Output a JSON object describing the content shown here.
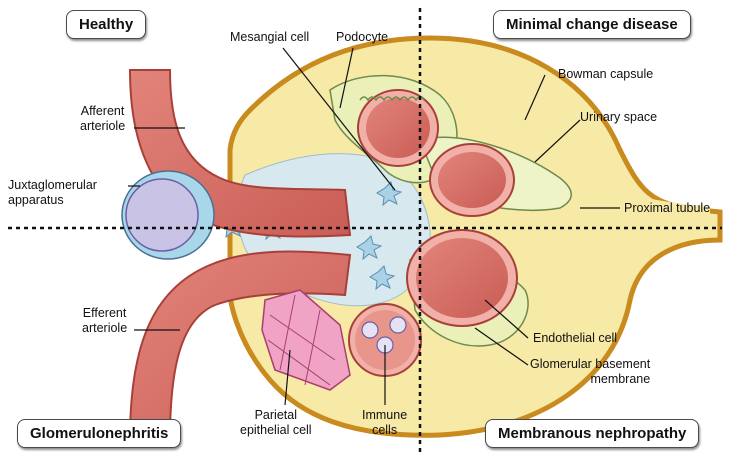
{
  "quadrants": {
    "top_left": "Healthy",
    "top_right": "Minimal change disease",
    "bottom_left": "Glomerulonephritis",
    "bottom_right": "Membranous nephropathy"
  },
  "labels": {
    "mesangial_cell": "Mesangial cell",
    "podocyte": "Podocyte",
    "bowman_capsule": "Bowman capsule",
    "urinary_space": "Urinary space",
    "proximal_tubule": "Proximal tubule",
    "afferent_arteriole_1": "Afferent",
    "afferent_arteriole_2": "arteriole",
    "juxtaglomerular_1": "Juxtaglomerular",
    "juxtaglomerular_2": "apparatus",
    "efferent_arteriole_1": "Efferent",
    "efferent_arteriole_2": "arteriole",
    "endothelial_cell": "Endothelial cell",
    "gbm_1": "Glomerular basement",
    "gbm_2": "membrane",
    "parietal_1": "Parietal",
    "parietal_2": "epithelial cell",
    "immune_1": "Immune",
    "immune_2": "cells"
  },
  "colors": {
    "capsule_fill": "#f7e9a6",
    "capsule_stroke": "#c98a1e",
    "vessel_fill": "#d9776f",
    "vessel_stroke": "#a8403a",
    "endothelium": "#f1b1a9",
    "mesangium": "#d7e8ef",
    "podocyte": "#eaf0b8",
    "jga_fill": "#c9c4e6",
    "jga_cells": "#a9d7ea",
    "parietal": "#f0a3c4",
    "divider": "#111111"
  }
}
